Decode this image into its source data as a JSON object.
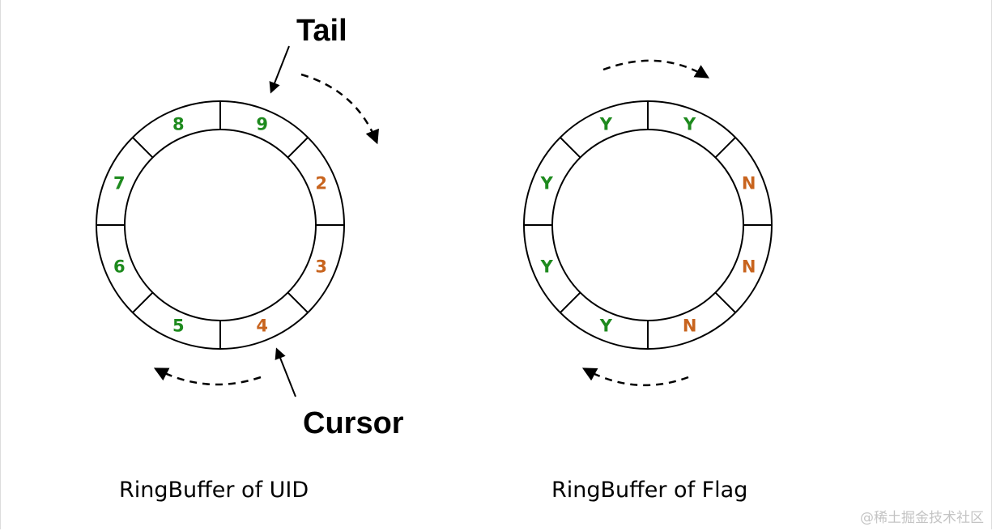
{
  "colors": {
    "green": "#1e8a1e",
    "orange": "#c8641e",
    "ring": "#000000"
  },
  "uid_buffer": {
    "caption": "RingBuffer of UID",
    "tail_label": "Tail",
    "cursor_label": "Cursor",
    "slots": [
      {
        "text": "9",
        "color": "green"
      },
      {
        "text": "2",
        "color": "orange"
      },
      {
        "text": "3",
        "color": "orange"
      },
      {
        "text": "4",
        "color": "orange"
      },
      {
        "text": "5",
        "color": "green"
      },
      {
        "text": "6",
        "color": "green"
      },
      {
        "text": "7",
        "color": "green"
      },
      {
        "text": "8",
        "color": "green"
      }
    ]
  },
  "flag_buffer": {
    "caption": "RingBuffer of Flag",
    "slots": [
      {
        "text": "Y",
        "color": "green"
      },
      {
        "text": "N",
        "color": "orange"
      },
      {
        "text": "N",
        "color": "orange"
      },
      {
        "text": "N",
        "color": "orange"
      },
      {
        "text": "Y",
        "color": "green"
      },
      {
        "text": "Y",
        "color": "green"
      },
      {
        "text": "Y",
        "color": "green"
      },
      {
        "text": "Y",
        "color": "green"
      }
    ]
  },
  "watermark": "@稀土掘金技术社区"
}
